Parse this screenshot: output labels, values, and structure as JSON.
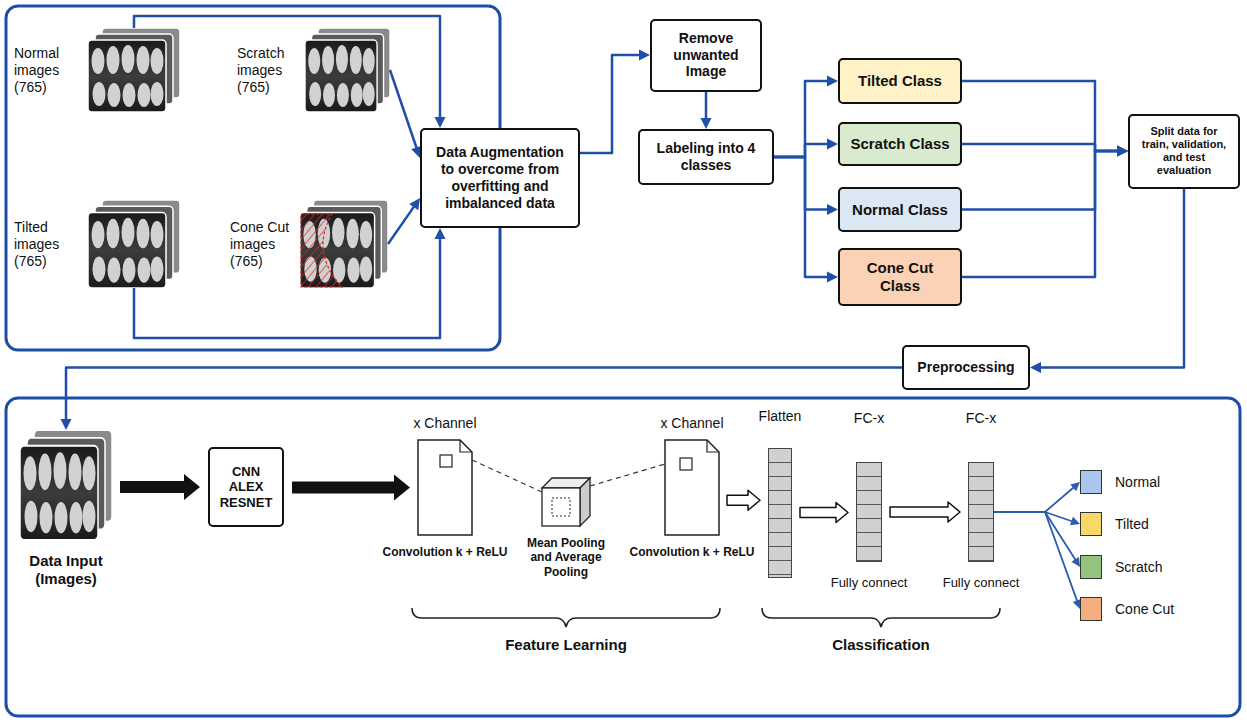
{
  "diagram": {
    "nodes": [
      {
        "text": [
          "Normal images (765)"
        ]
      },
      {
        "text": [
          "Scratch images (765)"
        ]
      },
      {
        "text": [
          "Tilted images (765)"
        ]
      },
      {
        "text": [
          "Cone Cut images (765)"
        ]
      },
      {
        "text": [
          "Data Augmentation to overcome from overfitting and imbalanced data"
        ]
      },
      {
        "text": [
          "Remove unwanted Image"
        ]
      },
      {
        "text": [
          "Labeling into 4 classes"
        ]
      },
      {
        "text": [
          "Tilted Class"
        ]
      },
      {
        "text": [
          "Scratch Class"
        ]
      },
      {
        "text": [
          "Normal Class"
        ]
      },
      {
        "text": [
          "Cone Cut Class"
        ]
      },
      {
        "text": [
          "Split data for train, validation, and test evaluation"
        ]
      },
      {
        "text": [
          "Preprocessing"
        ]
      },
      {
        "text": [
          "Data Input (Images)"
        ]
      },
      {
        "text": [
          "CNN ALEX RESNET"
        ]
      },
      {
        "text": [
          "x Channel",
          "Convolution k + ReLU"
        ]
      },
      {
        "text": [
          "Mean Pooling and Average Pooling"
        ]
      },
      {
        "text": [
          "x Channel",
          "Convolution k + ReLU"
        ]
      },
      {
        "text": [
          "Flatten"
        ]
      },
      {
        "text": [
          "FC-x",
          "Fully connect"
        ]
      },
      {
        "text": [
          "FC-x",
          "Fully connect"
        ]
      },
      {
        "text": [
          "Normal"
        ]
      },
      {
        "text": [
          "Tilted"
        ]
      },
      {
        "text": [
          "Scratch"
        ]
      },
      {
        "text": [
          "Cone Cut"
        ]
      }
    ],
    "edges": [
      {
        "from": 0,
        "to": 4,
        "arrow": "to"
      },
      {
        "from": 1,
        "to": 4,
        "arrow": "to"
      },
      {
        "from": 2,
        "to": 4,
        "arrow": "to"
      },
      {
        "from": 3,
        "to": 4,
        "arrow": "to"
      },
      {
        "from": 4,
        "to": 5,
        "arrow": "to"
      },
      {
        "from": 5,
        "to": 6,
        "arrow": "to"
      },
      {
        "from": 6,
        "to": 7,
        "arrow": "to"
      },
      {
        "from": 6,
        "to": 8,
        "arrow": "to"
      },
      {
        "from": 6,
        "to": 9,
        "arrow": "to"
      },
      {
        "from": 6,
        "to": 10,
        "arrow": "to"
      },
      {
        "from": 7,
        "to": 11,
        "arrow": "to"
      },
      {
        "from": 8,
        "to": 11,
        "arrow": "to"
      },
      {
        "from": 9,
        "to": 11,
        "arrow": "to"
      },
      {
        "from": 10,
        "to": 11,
        "arrow": "to"
      },
      {
        "from": 11,
        "to": 12,
        "arrow": "to"
      },
      {
        "from": 12,
        "to": 13,
        "arrow": "to"
      },
      {
        "from": 13,
        "to": 14,
        "arrow": "to"
      },
      {
        "from": 14,
        "to": 15,
        "arrow": "to"
      },
      {
        "from": 15,
        "to": 16,
        "arrow": "none"
      },
      {
        "from": 16,
        "to": 17,
        "arrow": "none"
      },
      {
        "from": 17,
        "to": 18,
        "arrow": "to"
      },
      {
        "from": 18,
        "to": 19,
        "arrow": "to"
      },
      {
        "from": 19,
        "to": 20,
        "arrow": "to"
      },
      {
        "from": 20,
        "to": 21,
        "arrow": "to"
      },
      {
        "from": 20,
        "to": 22,
        "arrow": "to"
      },
      {
        "from": 20,
        "to": 23,
        "arrow": "to"
      },
      {
        "from": 20,
        "to": 24,
        "arrow": "to"
      }
    ],
    "labels": [
      "Feature Learning",
      "Classification"
    ]
  }
}
